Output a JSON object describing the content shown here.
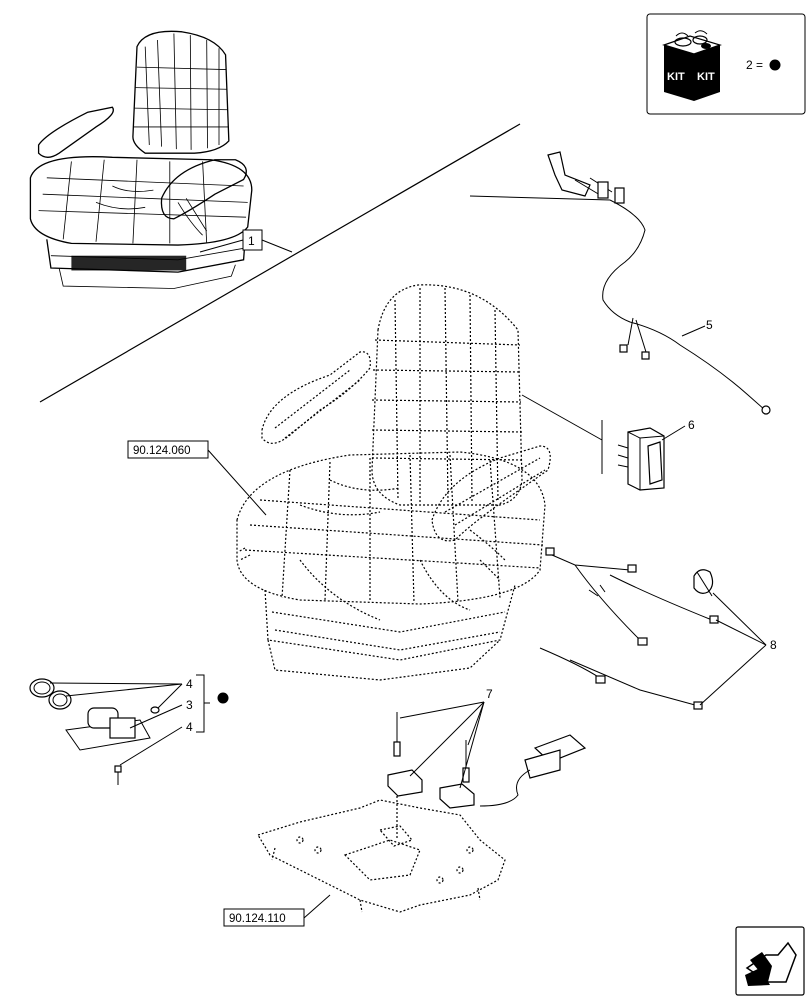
{
  "kit_legend": {
    "kit_left": "KIT",
    "kit_right": "KIT",
    "equation": "2 ="
  },
  "references": {
    "ref_seat": "90.124.060",
    "ref_plate": "90.124.110"
  },
  "callouts": {
    "c1": "1",
    "c3": "3",
    "c4a": "4",
    "c4b": "4",
    "c5": "5",
    "c6": "6",
    "c7": "7",
    "c8": "8"
  }
}
